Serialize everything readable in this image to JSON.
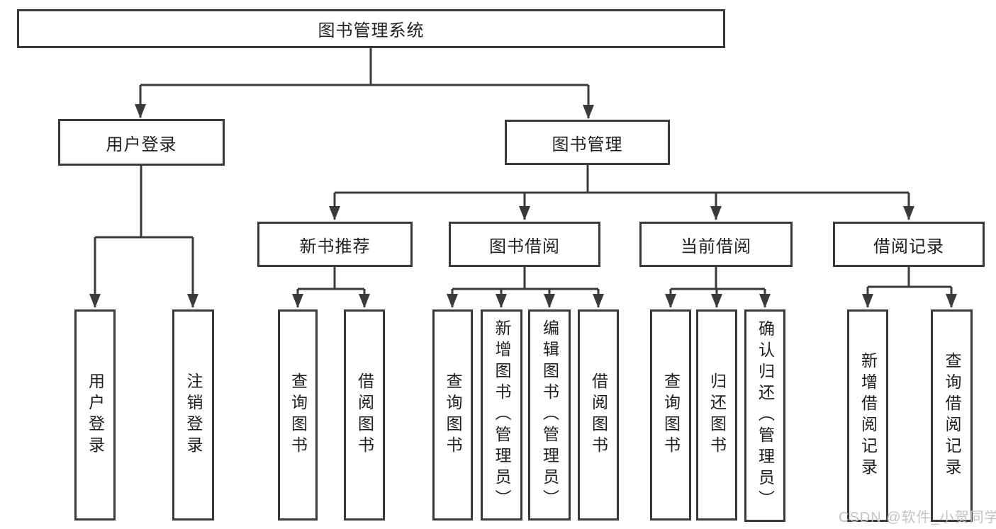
{
  "tree": {
    "label": "图书管理系统",
    "children": [
      {
        "label": "用户登录",
        "children": [
          {
            "label": "用户登录"
          },
          {
            "label": "注销登录"
          }
        ]
      },
      {
        "label": "图书管理",
        "children": [
          {
            "label": "新书推荐",
            "children": [
              {
                "label": "查询图书"
              },
              {
                "label": "借阅图书"
              }
            ]
          },
          {
            "label": "图书借阅",
            "children": [
              {
                "label": "查询图书"
              },
              {
                "label": "新增图书（管理员）"
              },
              {
                "label": "编辑图书（管理员）"
              },
              {
                "label": "借阅图书"
              }
            ]
          },
          {
            "label": "当前借阅",
            "children": [
              {
                "label": "查询图书"
              },
              {
                "label": "归还图书"
              },
              {
                "label": "确认归还（管理员）"
              }
            ]
          },
          {
            "label": "借阅记录",
            "children": [
              {
                "label": "新增借阅记录"
              },
              {
                "label": "查询借阅记录"
              }
            ]
          }
        ]
      }
    ]
  },
  "watermark": {
    "text": "CSDN @软件_小贺同学"
  },
  "colors": {
    "line": "#3a3a3a",
    "text": "#1f1f1f",
    "background": "#ffffff",
    "watermark": "#c3c3c3"
  }
}
